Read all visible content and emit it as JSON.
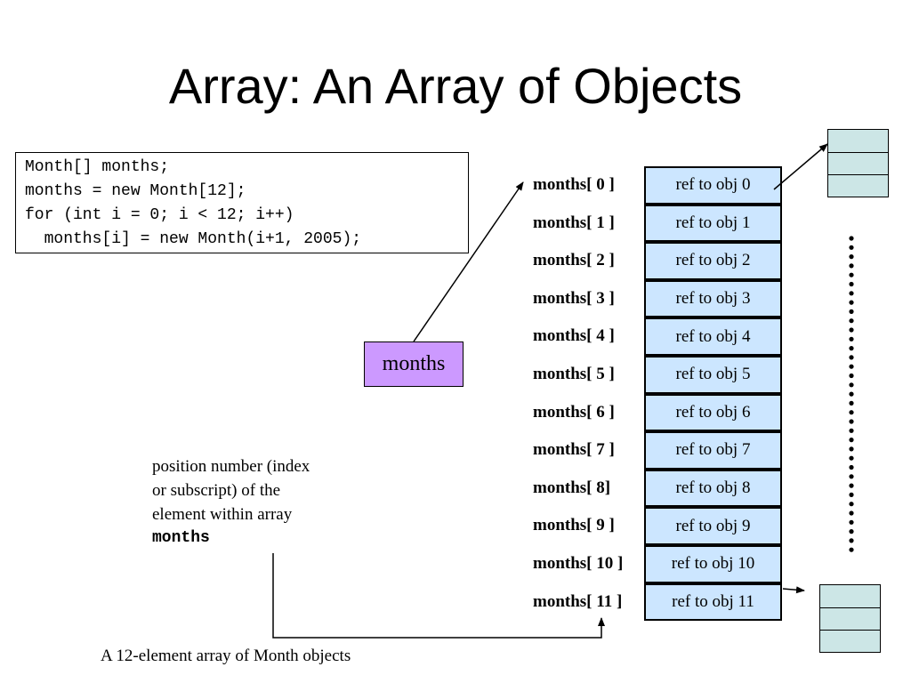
{
  "title": "Array: An Array of Objects",
  "code": [
    "Month[] months;",
    "months = new Month[12];",
    "for (int i = 0; i < 12; i++)",
    "  months[i] = new Month(i+1, 2005);"
  ],
  "reference_label": "months",
  "array": [
    {
      "label": "months[ 0 ]",
      "value": "ref to obj 0"
    },
    {
      "label": "months[ 1 ]",
      "value": "ref to obj 1"
    },
    {
      "label": "months[ 2 ]",
      "value": "ref to obj 2"
    },
    {
      "label": "months[ 3 ]",
      "value": "ref to obj 3"
    },
    {
      "label": "months[ 4 ]",
      "value": "ref to obj 4"
    },
    {
      "label": "months[ 5 ]",
      "value": "ref to obj 5"
    },
    {
      "label": "months[ 6 ]",
      "value": "ref to obj 6"
    },
    {
      "label": "months[ 7 ]",
      "value": "ref to obj 7"
    },
    {
      "label": "months[ 8]",
      "value": "ref to obj 8"
    },
    {
      "label": "months[ 9 ]",
      "value": "ref to obj 9"
    },
    {
      "label": "months[ 10 ]",
      "value": "ref to obj 10"
    },
    {
      "label": "months[ 11 ]",
      "value": "ref to obj 11"
    }
  ],
  "annotation": {
    "lines": [
      "position number (index",
      "or subscript) of the",
      "element within array"
    ],
    "array_name": "months"
  },
  "caption": "A 12-element array of Month objects",
  "colors": {
    "array_cell": "#cce6ff",
    "reference_box": "#cc99ff",
    "object_box": "#cce6e6"
  }
}
